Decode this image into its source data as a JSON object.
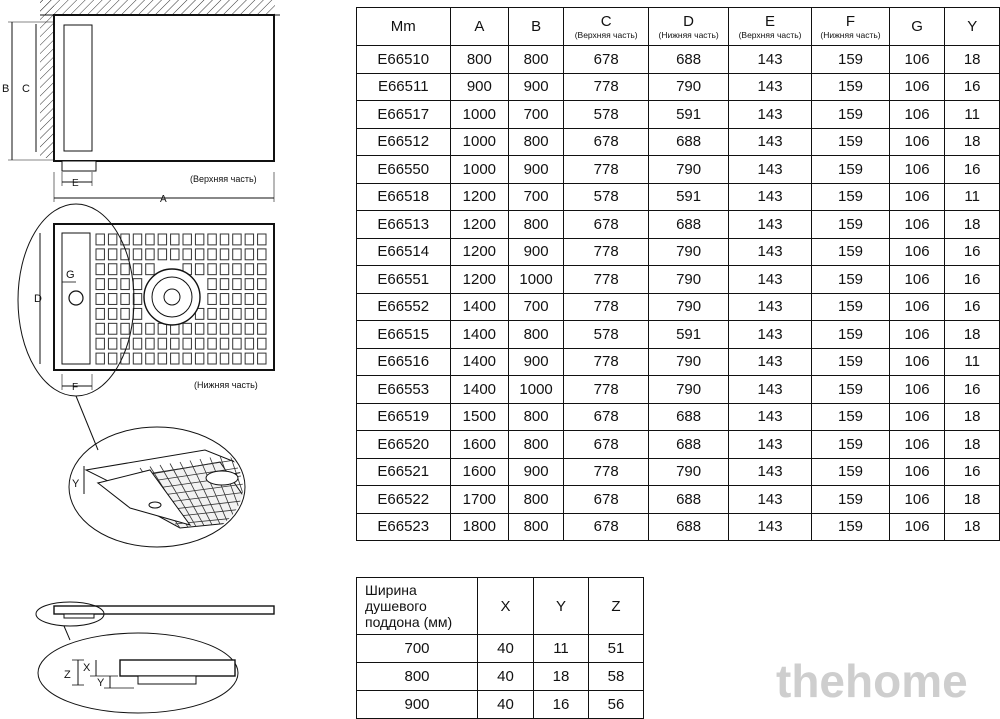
{
  "diagram": {
    "dim_labels": {
      "a": "A",
      "b": "B",
      "c": "C",
      "d": "D",
      "e": "E",
      "f": "F",
      "g": "G",
      "y": "Y",
      "x": "X",
      "z": "Z"
    },
    "top_view_caption": "(Верхняя часть)",
    "bottom_view_caption": "(Нижняя часть)"
  },
  "specs_table": {
    "headers": [
      {
        "main": "Mm",
        "sub": ""
      },
      {
        "main": "A",
        "sub": ""
      },
      {
        "main": "B",
        "sub": ""
      },
      {
        "main": "C",
        "sub": "(Верхняя часть)"
      },
      {
        "main": "D",
        "sub": "(Нижняя часть)"
      },
      {
        "main": "E",
        "sub": "(Верхняя часть)"
      },
      {
        "main": "F",
        "sub": "(Нижняя часть)"
      },
      {
        "main": "G",
        "sub": ""
      },
      {
        "main": "Y",
        "sub": ""
      }
    ],
    "rows": [
      [
        "E66510",
        "800",
        "800",
        "678",
        "688",
        "143",
        "159",
        "106",
        "18"
      ],
      [
        "E66511",
        "900",
        "900",
        "778",
        "790",
        "143",
        "159",
        "106",
        "16"
      ],
      [
        "E66517",
        "1000",
        "700",
        "578",
        "591",
        "143",
        "159",
        "106",
        "11"
      ],
      [
        "E66512",
        "1000",
        "800",
        "678",
        "688",
        "143",
        "159",
        "106",
        "18"
      ],
      [
        "E66550",
        "1000",
        "900",
        "778",
        "790",
        "143",
        "159",
        "106",
        "16"
      ],
      [
        "E66518",
        "1200",
        "700",
        "578",
        "591",
        "143",
        "159",
        "106",
        "11"
      ],
      [
        "E66513",
        "1200",
        "800",
        "678",
        "688",
        "143",
        "159",
        "106",
        "18"
      ],
      [
        "E66514",
        "1200",
        "900",
        "778",
        "790",
        "143",
        "159",
        "106",
        "16"
      ],
      [
        "E66551",
        "1200",
        "1000",
        "778",
        "790",
        "143",
        "159",
        "106",
        "16"
      ],
      [
        "E66552",
        "1400",
        "700",
        "778",
        "790",
        "143",
        "159",
        "106",
        "16"
      ],
      [
        "E66515",
        "1400",
        "800",
        "578",
        "591",
        "143",
        "159",
        "106",
        "18"
      ],
      [
        "E66516",
        "1400",
        "900",
        "778",
        "790",
        "143",
        "159",
        "106",
        "11"
      ],
      [
        "E66553",
        "1400",
        "1000",
        "778",
        "790",
        "143",
        "159",
        "106",
        "16"
      ],
      [
        "E66519",
        "1500",
        "800",
        "678",
        "688",
        "143",
        "159",
        "106",
        "18"
      ],
      [
        "E66520",
        "1600",
        "800",
        "678",
        "688",
        "143",
        "159",
        "106",
        "18"
      ],
      [
        "E66521",
        "1600",
        "900",
        "778",
        "790",
        "143",
        "159",
        "106",
        "16"
      ],
      [
        "E66522",
        "1700",
        "800",
        "678",
        "688",
        "143",
        "159",
        "106",
        "18"
      ],
      [
        "E66523",
        "1800",
        "800",
        "678",
        "688",
        "143",
        "159",
        "106",
        "18"
      ]
    ]
  },
  "widths_table": {
    "headers": [
      "Ширина душевого поддона (мм)",
      "X",
      "Y",
      "Z"
    ],
    "rows": [
      [
        "700",
        "40",
        "11",
        "51"
      ],
      [
        "800",
        "40",
        "18",
        "58"
      ],
      [
        "900",
        "40",
        "16",
        "56"
      ]
    ]
  },
  "watermark": "thehome"
}
